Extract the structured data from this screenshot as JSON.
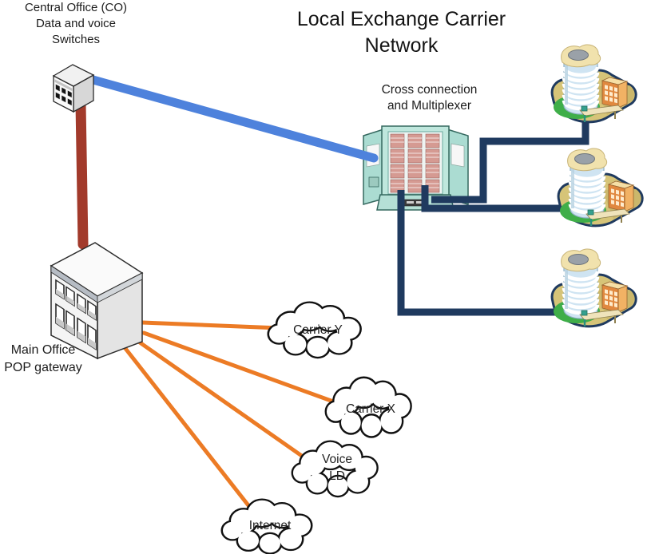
{
  "title": {
    "line1": "Local Exchange Carrier",
    "line2": "Network"
  },
  "labels": {
    "central_office": {
      "line1": "Central Office (CO)",
      "line2": "Data and voice",
      "line3": "Switches"
    },
    "cross_connect": {
      "line1": "Cross connection",
      "line2": "and Multiplexer"
    },
    "main_office": {
      "line1": "Main Office",
      "line2": "POP gateway"
    }
  },
  "clouds": {
    "carrier_y": {
      "label": "Carrier Y"
    },
    "carrier_x": {
      "label": "Carrier X"
    },
    "voice_ld": {
      "line1": "Voice",
      "line2": "LD"
    },
    "internet": {
      "label": "Internet"
    }
  },
  "icons": {
    "central_office": "switch-device-icon",
    "cross_connect": "distribution-cabinet-icon",
    "main_office": "office-building-icon",
    "subscriber_building": "office-tower-icon",
    "cloud": "network-cloud-icon"
  },
  "colors": {
    "link_blue": "#4E82DC",
    "link_red": "#A23A2B",
    "link_navy": "#1F3A5F",
    "link_orange": "#EC7B25"
  }
}
